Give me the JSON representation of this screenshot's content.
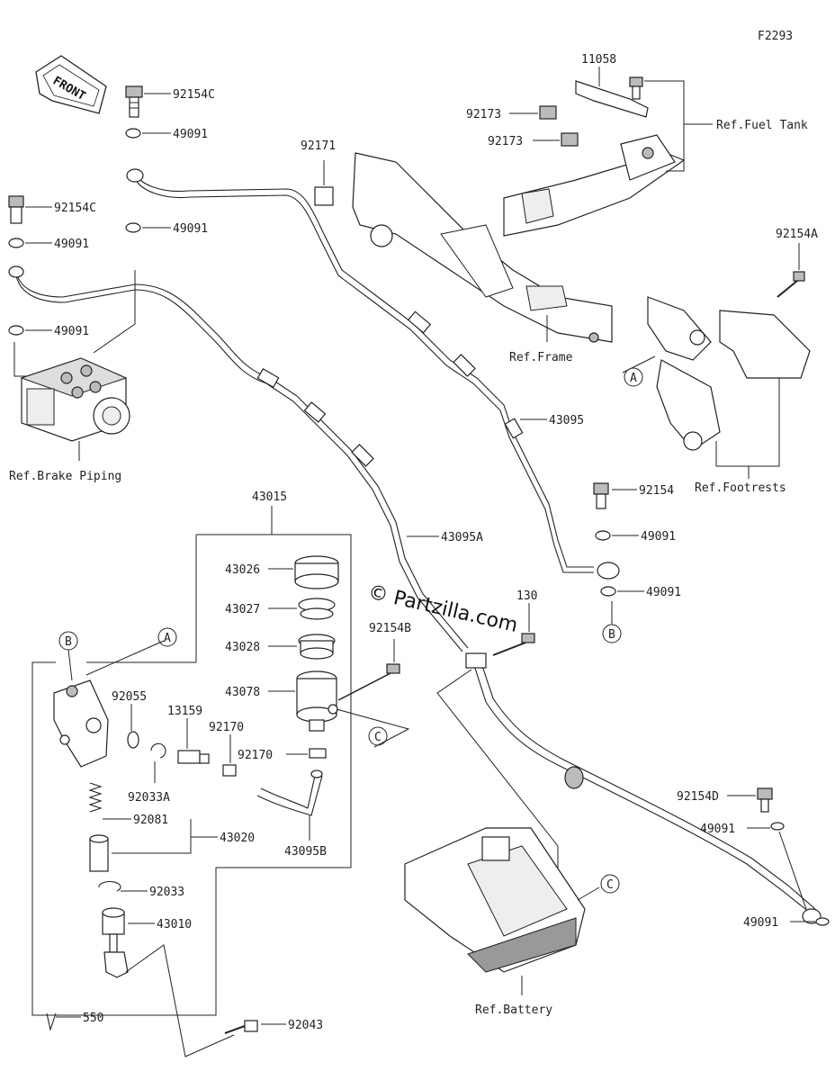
{
  "diagram_code": "F2293",
  "front_label": "FRONT",
  "watermark": "© Partzilla.com",
  "references": {
    "fuel_tank": "Ref.Fuel Tank",
    "frame": "Ref.Frame",
    "brake_piping": "Ref.Brake Piping",
    "footrests": "Ref.Footrests",
    "battery": "Ref.Battery"
  },
  "markers": {
    "a": "A",
    "b": "B",
    "c": "C"
  },
  "part_numbers": {
    "p92154c_1": "92154C",
    "p49091_1": "49091",
    "p49091_2": "49091",
    "p92154c_2": "92154C",
    "p49091_3": "49091",
    "p49091_4": "49091",
    "p11058": "11058",
    "p92173_1": "92173",
    "p92173_2": "92173",
    "p92171": "92171",
    "p92154a": "92154A",
    "p43095": "43095",
    "p92154": "92154",
    "p49091_5": "49091",
    "p49091_6": "49091",
    "p43015": "43015",
    "p43095a": "43095A",
    "p43026": "43026",
    "p43027": "43027",
    "p43028": "43028",
    "p43078": "43078",
    "p92154b": "92154B",
    "p130": "130",
    "p92055": "92055",
    "p13159": "13159",
    "p92170_1": "92170",
    "p92170_2": "92170",
    "p92033a": "92033A",
    "p92081": "92081",
    "p43020": "43020",
    "p43095b": "43095B",
    "p92033": "92033",
    "p43010": "43010",
    "p92043": "92043",
    "p550": "550",
    "p92154d": "92154D",
    "p49091_7": "49091",
    "p49091_8": "49091"
  }
}
